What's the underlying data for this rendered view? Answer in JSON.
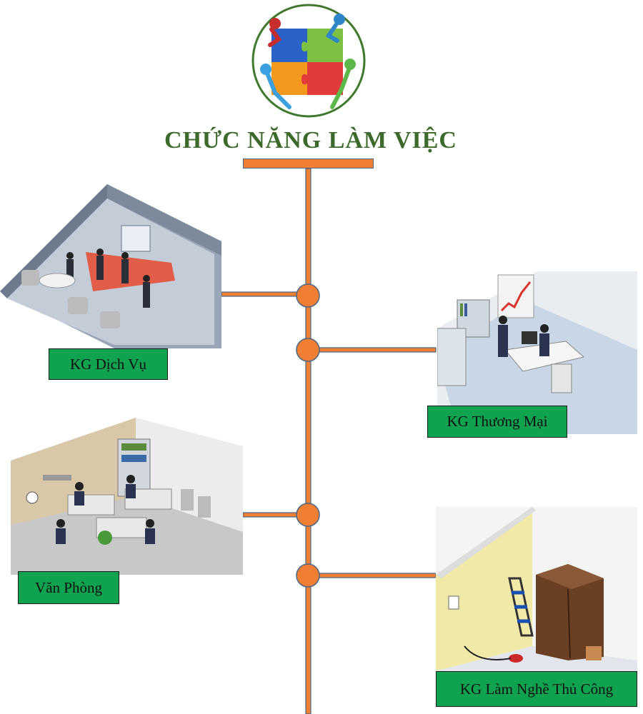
{
  "title": "CHỨC NĂNG LÀM VIỆC",
  "spaces": [
    {
      "label": "KG Dịch Vụ",
      "icon": "service-office-illustration"
    },
    {
      "label": "KG Thương Mại",
      "icon": "commercial-office-illustration"
    },
    {
      "label": "Văn Phòng",
      "icon": "office-workspace-illustration"
    },
    {
      "label": "KG Làm Nghề Thủ Công",
      "icon": "handicraft-room-illustration"
    }
  ],
  "colors": {
    "title": "#3c6a2a",
    "connector": "#f07f33",
    "connector_border": "#486686",
    "label_bg": "#0fa24f"
  },
  "logo_icon": "teamwork-puzzle-icon"
}
